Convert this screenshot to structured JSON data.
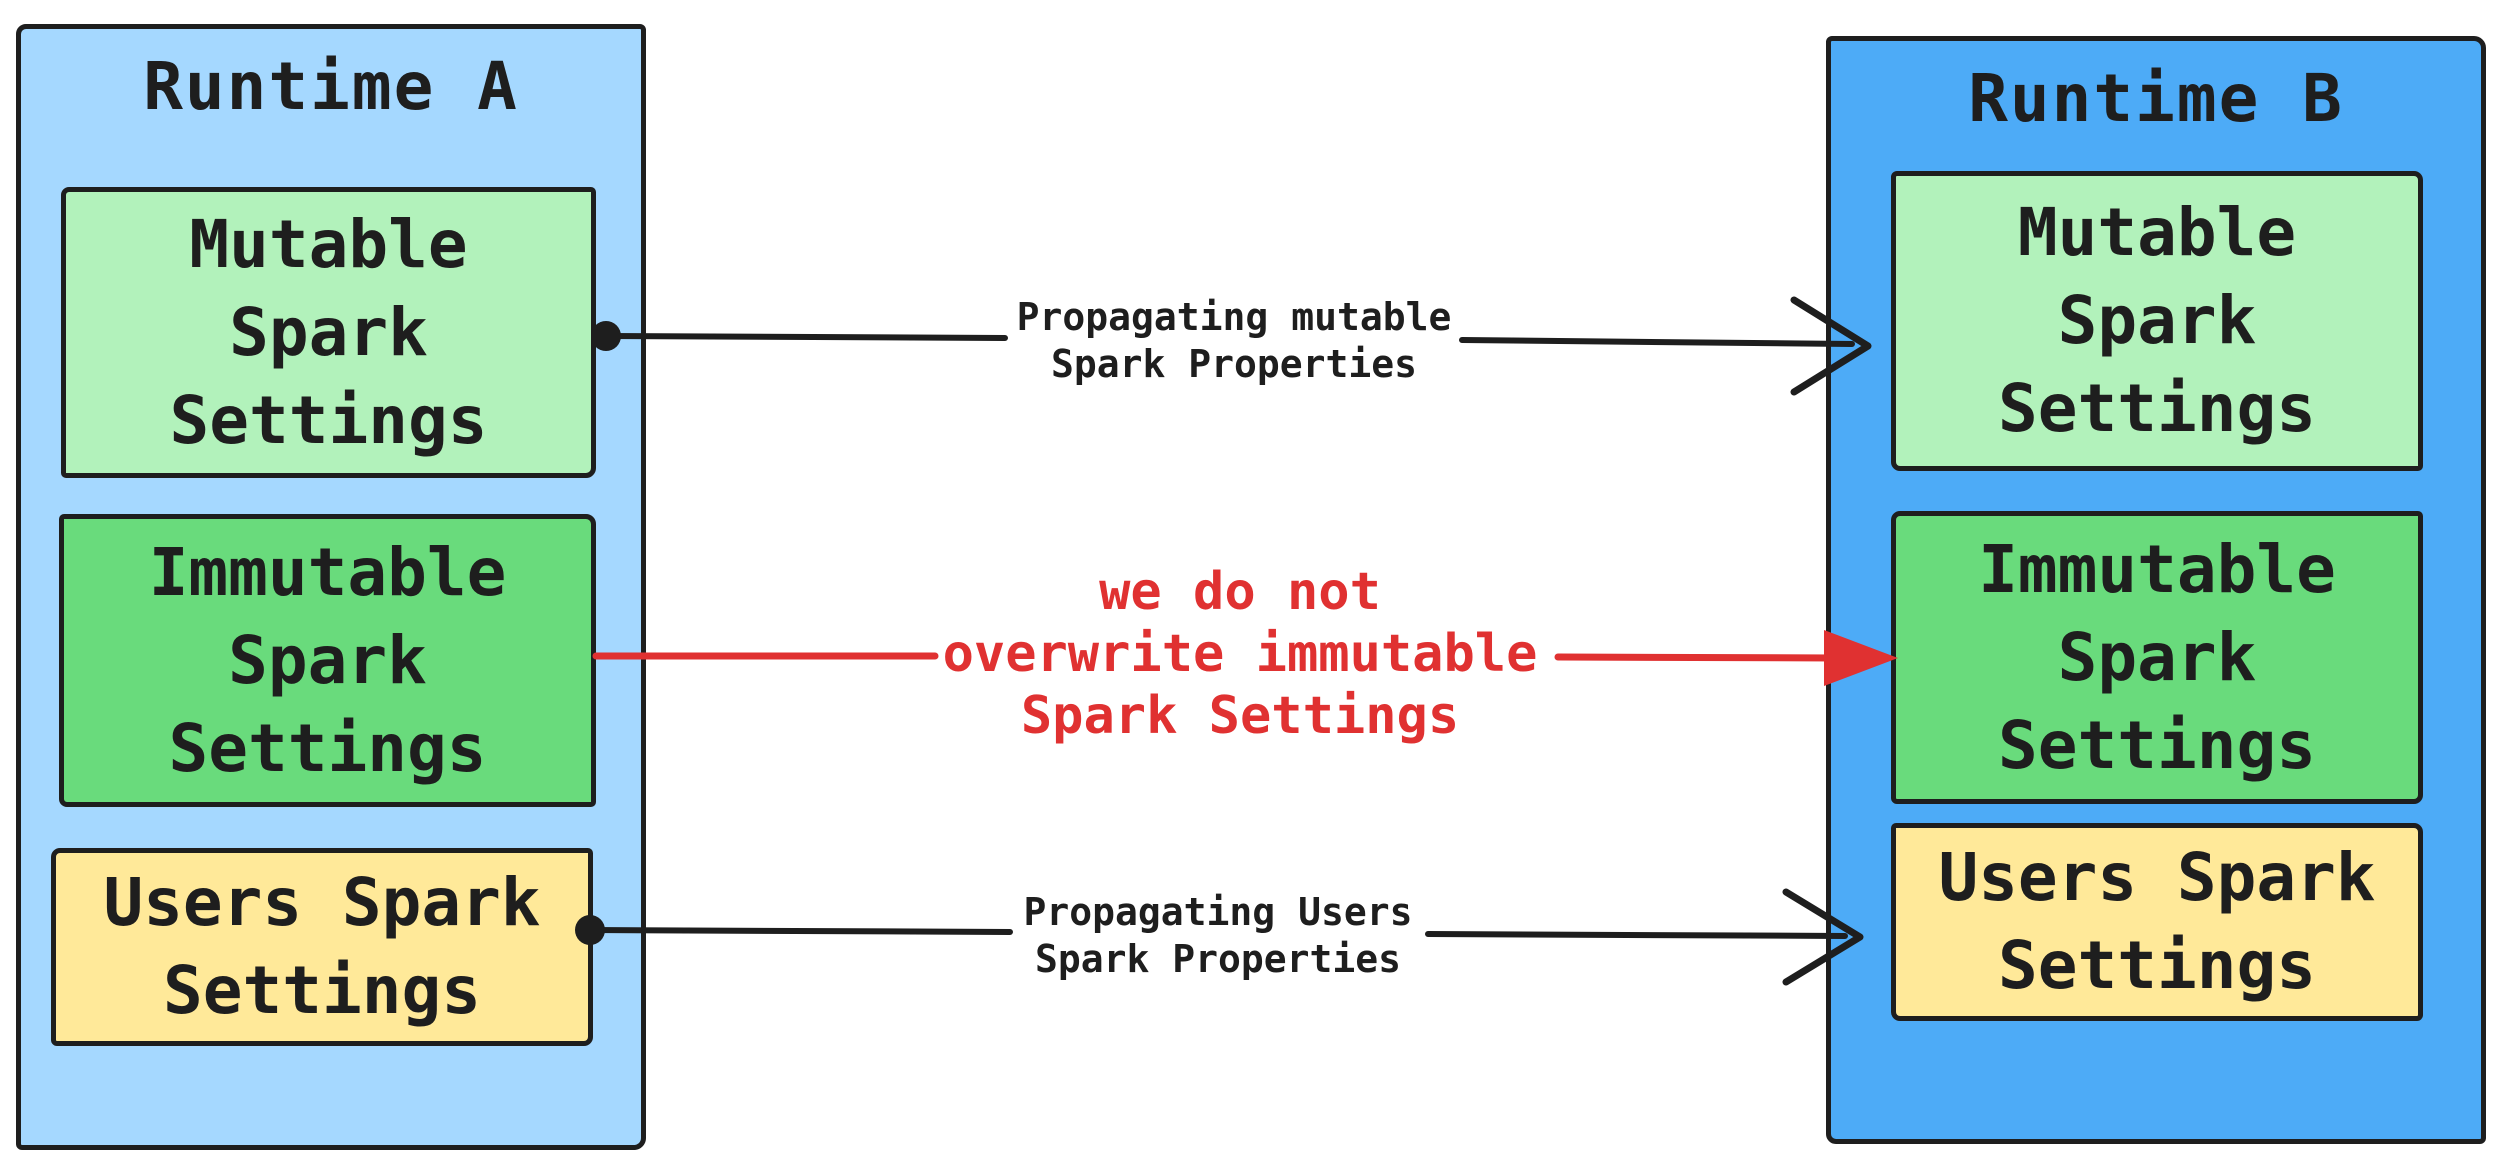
{
  "colors": {
    "runtime_a_fill": "#a5d8ff",
    "runtime_b_fill": "#4dabf7",
    "mutable_fill": "#b2f2bb",
    "immutable_fill": "#69db7c",
    "users_fill": "#ffe999",
    "stroke": "#1e1e1e",
    "red": "#e03131"
  },
  "runtime_a": {
    "title": "Runtime A",
    "boxes": {
      "mutable": {
        "lines": [
          "Mutable",
          "Spark",
          "Settings"
        ]
      },
      "immutable": {
        "lines": [
          "Immutable",
          "Spark",
          "Settings"
        ]
      },
      "users": {
        "lines": [
          "Users Spark",
          "Settings"
        ]
      }
    }
  },
  "runtime_b": {
    "title": "Runtime B",
    "boxes": {
      "mutable": {
        "lines": [
          "Mutable",
          "Spark",
          "Settings"
        ]
      },
      "immutable": {
        "lines": [
          "Immutable",
          "Spark",
          "Settings"
        ]
      },
      "users": {
        "lines": [
          "Users Spark",
          "Settings"
        ]
      }
    }
  },
  "arrows": {
    "mutable": {
      "label_lines": [
        "Propagating mutable",
        "Spark Properties"
      ],
      "color": "#1e1e1e",
      "from": "runtime-a-mutable",
      "to": "runtime-b-mutable"
    },
    "immutable": {
      "label_lines": [
        "we do not",
        "overwrite immutable",
        "Spark Settings"
      ],
      "color": "#e03131",
      "from": "runtime-a-immutable",
      "to": "runtime-b-immutable"
    },
    "users": {
      "label_lines": [
        "Propagating Users",
        "Spark Properties"
      ],
      "color": "#1e1e1e",
      "from": "runtime-a-users",
      "to": "runtime-b-users"
    }
  }
}
